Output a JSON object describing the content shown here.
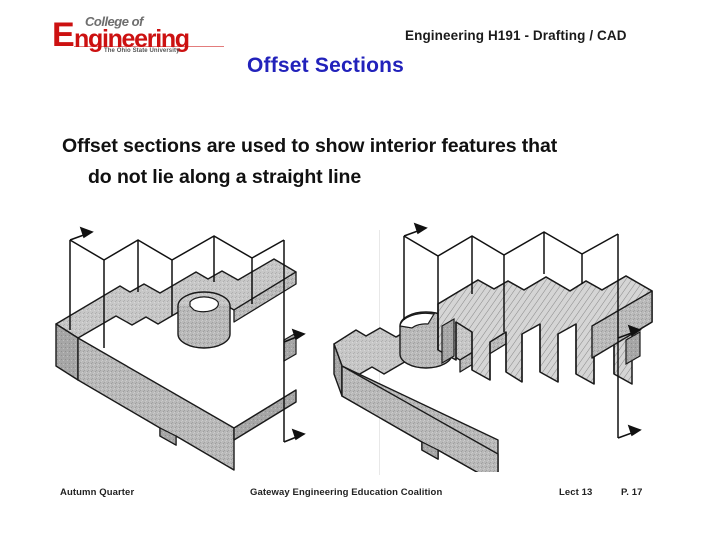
{
  "slide": {
    "logo": {
      "initial": "E",
      "college_of": "College of",
      "engineering": "ngineering",
      "university": "The Ohio State University",
      "brand_color": "#cc1111",
      "secondary_color": "#6e6e6e"
    },
    "header": {
      "course": "Engineering H191  - Drafting / CAD"
    },
    "title": {
      "text": "Offset Sections",
      "color": "#2222bb"
    },
    "body": {
      "line1": "Offset sections are used to show interior features that",
      "line2": "do not lie along a straight line"
    },
    "figures": {
      "left": {
        "caption": "isometric-block-with-cutting-plane",
        "description": "Isometric view of a rectangular block with a cylindrical boss and notches, with an offset cutting plane shown as stepped vertical planes with direction arrows"
      },
      "right": {
        "caption": "isometric-block-offset-section-exploded",
        "description": "Same block with the offset cut portion removed and the hatched sectioned face displaced to the right, cutting plane outline with arrows retained"
      }
    },
    "footer": {
      "left": "Autumn Quarter",
      "center": "Gateway Engineering Education Coalition",
      "lecture": "Lect 13",
      "page": "P. 17"
    }
  }
}
